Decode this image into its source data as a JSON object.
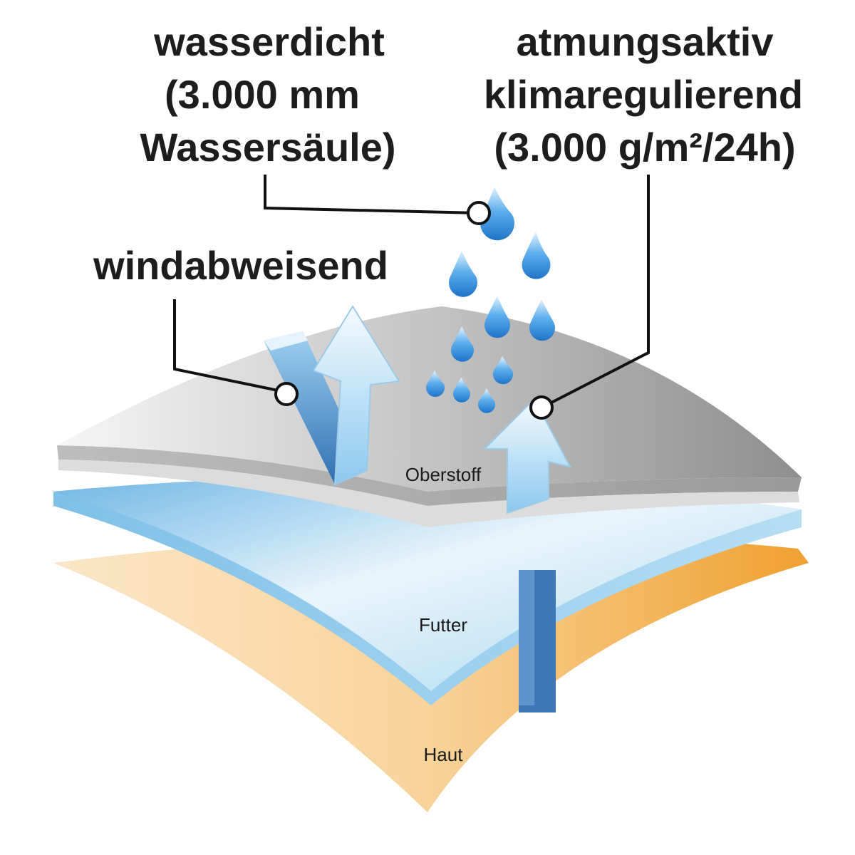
{
  "callouts": {
    "waterproof": {
      "line1": "wasserdicht",
      "line2": "(3.000 mm",
      "line3": "Wassersäule)"
    },
    "breathable": {
      "line1": "atmungsaktiv",
      "line2": "klimaregulierend",
      "line3": "(3.000 g/m²/24h)"
    },
    "windproof": {
      "line1": "windabweisend"
    }
  },
  "layers": {
    "outer": "Oberstoff",
    "lining": "Futter",
    "skin": "Haut"
  },
  "colors": {
    "skin": "#f2a33a",
    "lining": "#8ecbea",
    "outer": "#9a9a9a",
    "drop": "#2e86d6",
    "arrow": "#a9d6f3"
  }
}
